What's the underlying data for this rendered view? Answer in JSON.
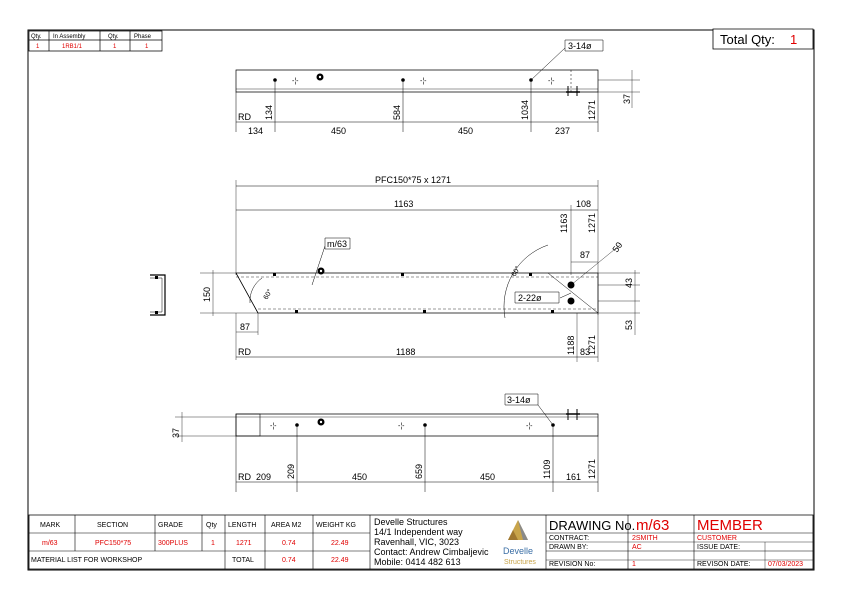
{
  "assembly_table": {
    "headers": [
      "Qty.",
      "In Assembly",
      "Qty.",
      "Phase"
    ],
    "row": [
      "1",
      "1RB1/1",
      "1",
      "1"
    ]
  },
  "total_qty": {
    "label": "Total Qty:",
    "value": "1"
  },
  "top_view": {
    "callout": "3-14ø",
    "ref": "RD",
    "cumulative": [
      "134",
      "584",
      "1034",
      "1271"
    ],
    "segments": [
      "134",
      "450",
      "450",
      "237"
    ],
    "edge_dim": "37"
  },
  "main_view": {
    "title": "PFC150*75 x 1271",
    "overall_top": "1163",
    "right_top": "108",
    "vert_1163": "1163",
    "vert_1271": "1271",
    "part_label": "m/63",
    "angle_left": "60°",
    "angle_right": "60°",
    "dim_87_top": "87",
    "dim_50": "50",
    "hole_callout": "2-22ø",
    "dim_43": "43",
    "dim_53": "53",
    "height": "150",
    "dim_87_bottom": "87",
    "ref": "RD",
    "overall_bottom": "1188",
    "vert_1188": "1188",
    "vert_1271_b": "1271",
    "dim_83": "83"
  },
  "bottom_view": {
    "callout": "3-14ø",
    "edge_dim": "37",
    "ref": "RD",
    "first": "209",
    "cumulative": [
      "209",
      "659",
      "1109",
      "1271"
    ],
    "segments": [
      "450",
      "450",
      "161"
    ]
  },
  "title_block": {
    "headers": [
      "MARK",
      "SECTION",
      "GRADE",
      "Qty",
      "LENGTH",
      "AREA M2",
      "WEIGHT KG"
    ],
    "row": [
      "m/63",
      "PFC150*75",
      "300PLUS",
      "1",
      "1271",
      "0.74",
      "22.49"
    ],
    "footer_label": "MATERIAL LIST FOR WORKSHOP",
    "total_label": "TOTAL",
    "total_area": "0.74",
    "total_weight": "22.49",
    "company": [
      "Develle Structures",
      "14/1 Independent way",
      "Ravenhall, VIC, 3023",
      "Contact: Andrew Cimbaljevic",
      "Mobile: 0414 482 613"
    ],
    "logo_text": "Develle",
    "logo_sub": "Structures",
    "drawing_no_label": "DRAWING No.",
    "drawing_no": "m/63",
    "contract_label": "CONTRACT:",
    "contract": "2SMITH",
    "drawn_by_label": "DRAWN BY:",
    "drawn_by": "AC",
    "revision_no_label": "REVISION No:",
    "revision_no": "1",
    "member_label": "MEMBER",
    "customer_label": "CUSTOMER",
    "issue_date_label": "ISSUE DATE:",
    "revision_date_label": "REVISON DATE:",
    "revision_date": "07/03/2023"
  }
}
